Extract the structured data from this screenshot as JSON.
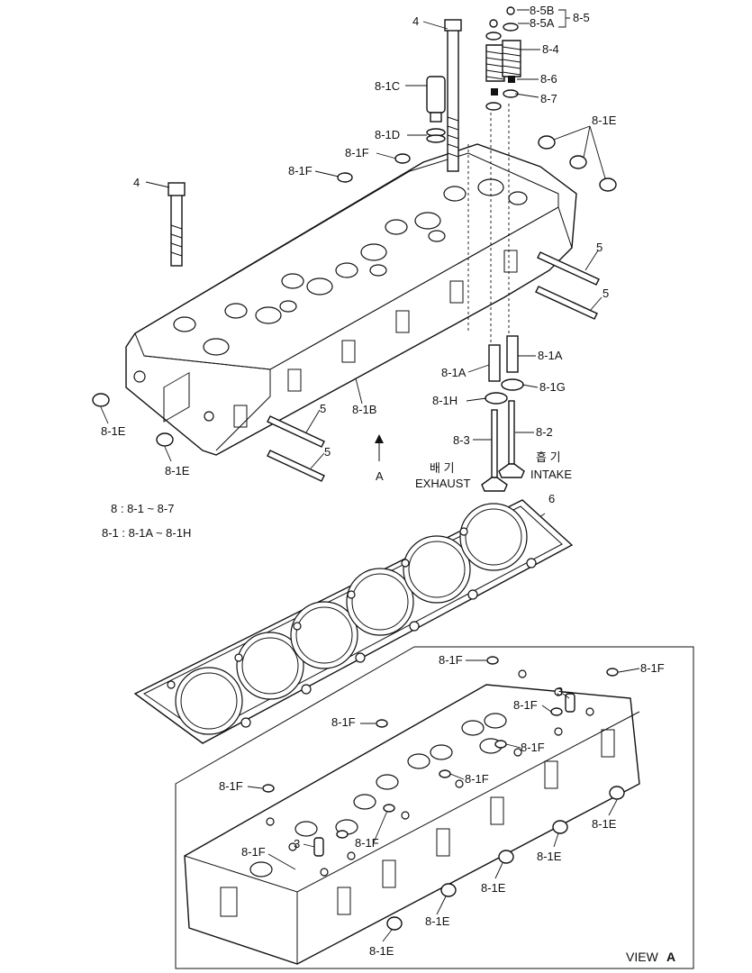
{
  "labels": {
    "bolt_top": "4",
    "bolt_left": "4",
    "part_8_5B": "8-5B",
    "part_8_5A": "8-5A",
    "part_8_5": "8-5",
    "part_8_4": "8-4",
    "part_8_6": "8-6",
    "part_8_7": "8-7",
    "part_8_1C": "8-1C",
    "part_8_1D": "8-1D",
    "part_8_1F_a": "8-1F",
    "part_8_1F_b": "8-1F",
    "part_8_1E_top": "8-1E",
    "stud_5_a": "5",
    "stud_5_b": "5",
    "stud_5_c": "5",
    "stud_5_d": "5",
    "part_8_1A_r": "8-1A",
    "part_8_1A_l": "8-1A",
    "part_8_1G": "8-1G",
    "part_8_1H": "8-1H",
    "part_8_1B": "8-1B",
    "part_8_2": "8-2",
    "part_8_3": "8-3",
    "part_8_1E_l1": "8-1E",
    "part_8_1E_l2": "8-1E",
    "arrow_a": "A",
    "exhaust_kr": "배 기",
    "exhaust": "EXHAUST",
    "intake_kr": "흡 기",
    "intake": "INTAKE",
    "legend_1": "8 : 8-1 ~ 8-7",
    "legend_2": "8-1 : 8-1A ~ 8-1H",
    "gasket": "6",
    "view_a": "VIEW",
    "view_a_letter": "A",
    "v_8_1F_1": "8-1F",
    "v_8_1F_2": "8-1F",
    "v_8_1F_3": "8-1F",
    "v_8_1F_4": "8-1F",
    "v_8_1F_5": "8-1F",
    "v_8_1F_6": "8-1F",
    "v_8_1F_7": "8-1F",
    "v_8_1F_8": "8-1F",
    "v_8_1F_9": "8-1F",
    "v_3_a": "3",
    "v_3_b": "3",
    "v_8_1E_1": "8-1E",
    "v_8_1E_2": "8-1E",
    "v_8_1E_3": "8-1E",
    "v_8_1E_4": "8-1E",
    "v_8_1E_5": "8-1E"
  }
}
